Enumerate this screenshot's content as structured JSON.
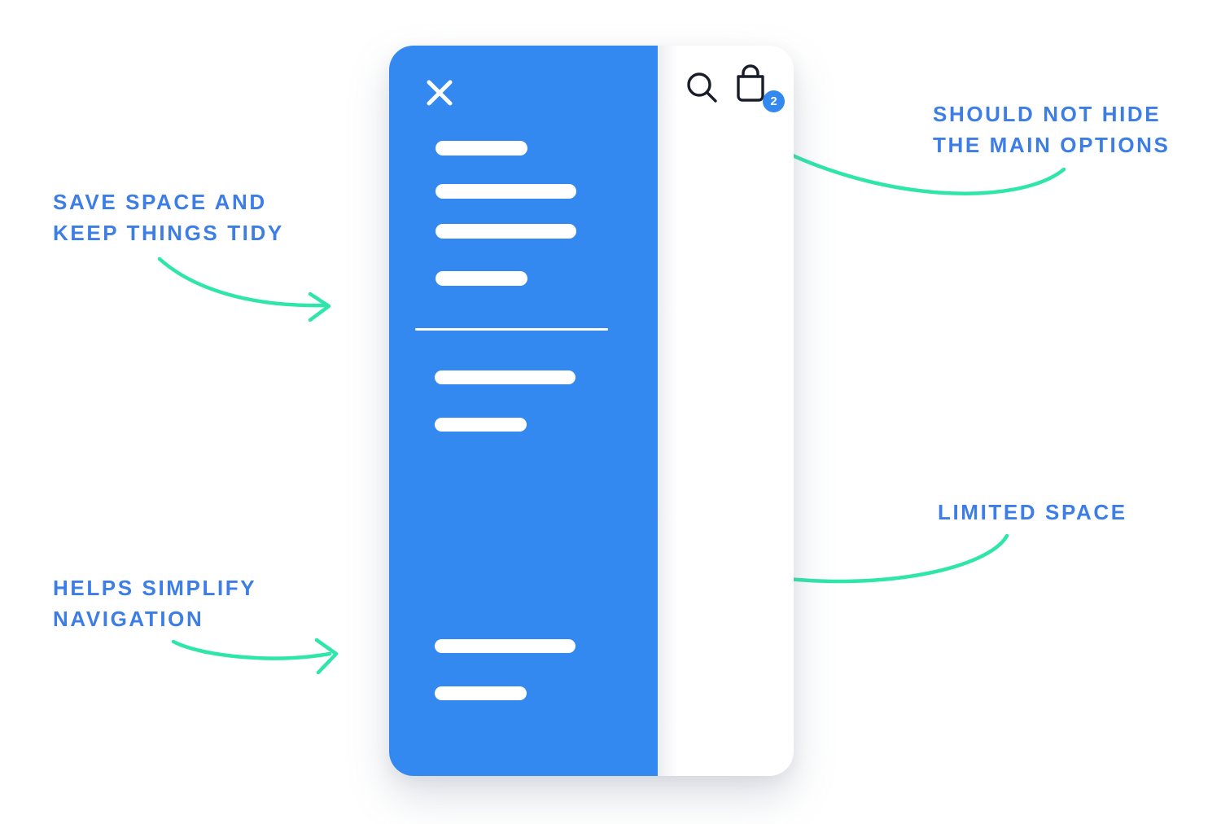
{
  "annotations": {
    "save_space": {
      "line1": "SAVE SPACE AND",
      "line2": "KEEP THINGS TIDY"
    },
    "helps_simplify": {
      "line1": "HELPS SIMPLIFY",
      "line2": "NAVIGATION"
    },
    "should_not_hide": {
      "line1": "SHOULD NOT HIDE",
      "line2": "THE MAIN OPTIONS"
    },
    "limited_space": {
      "line1": "LIMITED SPACE"
    }
  },
  "phone": {
    "header": {
      "close_icon": "close-x",
      "search_icon": "magnifying-glass",
      "cart_icon": "shopping-bag",
      "cart_badge_count": "2"
    },
    "drawer": {
      "top_group_bars": 4,
      "middle_group_bars": 2,
      "bottom_group_bars": 2,
      "has_divider": true
    }
  },
  "colors": {
    "drawer_blue": "#3389F0",
    "badge_blue": "#3389F0",
    "annotation_blue": "#3C7DE6",
    "arrow_green": "#2EE6A9",
    "icon_dark": "#1A1D29"
  }
}
